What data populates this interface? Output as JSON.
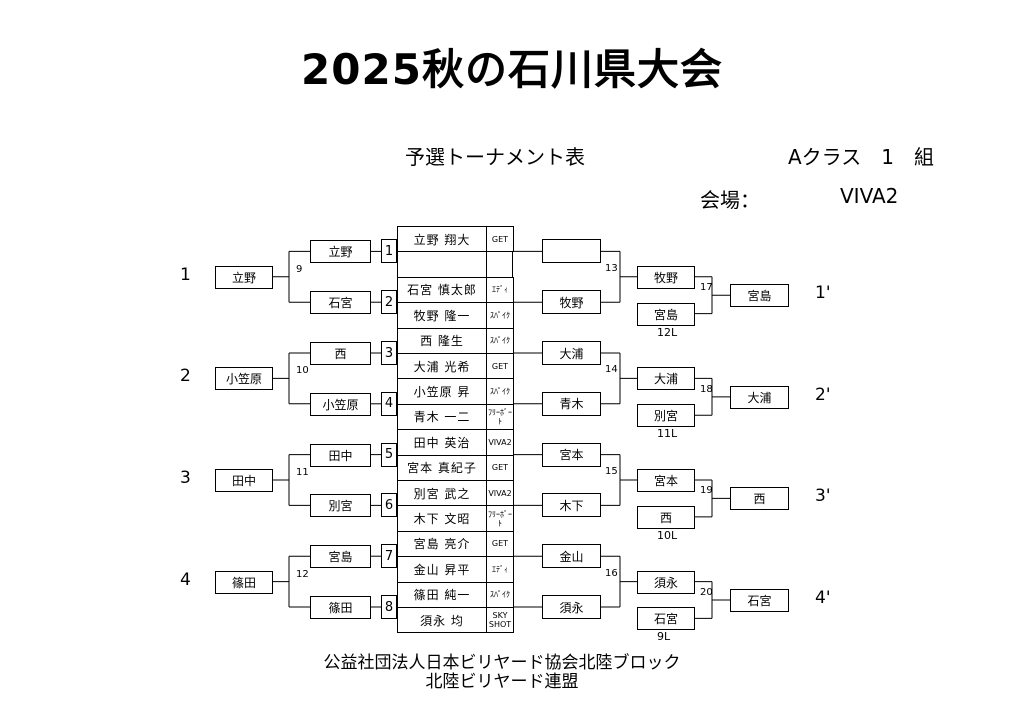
{
  "title": "2025秋の石川県大会",
  "subtitle": "予選トーナメント表",
  "class_label": "Aクラス　1　組",
  "venue_label": "会場：",
  "venue": "VIVA2",
  "footer": [
    "公益社団法人日本ビリヤード協会北陸ブロック",
    "北陸ビリヤード連盟"
  ],
  "groups": [
    {
      "label": "1",
      "left_final": "立野",
      "left_match": "9",
      "pairs": [
        {
          "match": "1",
          "winner": "立野",
          "players": [
            {
              "name": "立野 翔大",
              "club": "GET"
            },
            {
              "name": "",
              "club": "",
              "bye": true
            }
          ],
          "right": "",
          "right_bye": true
        },
        {
          "match": "2",
          "winner": "石宮",
          "players": [
            {
              "name": "石宮 慎太郎",
              "club": "ｴﾃﾞｨ"
            },
            {
              "name": "牧野 隆一",
              "club": "ｽﾊﾟｲｸ"
            }
          ],
          "right": "牧野"
        }
      ],
      "right_match": "13",
      "right_winner": "牧野",
      "right_other": "宮島",
      "final_match": "17",
      "final": "宮島",
      "loss": "12L",
      "right_label": "1'"
    },
    {
      "label": "2",
      "left_final": "小笠原",
      "left_match": "10",
      "pairs": [
        {
          "match": "3",
          "winner": "西",
          "players": [
            {
              "name": "西 隆生",
              "club": "ｽﾊﾟｲｸ"
            },
            {
              "name": "大浦 光希",
              "club": "GET"
            }
          ],
          "right": "大浦"
        },
        {
          "match": "4",
          "winner": "小笠原",
          "players": [
            {
              "name": "小笠原 昇",
              "club": "ｽﾊﾟｲｸ"
            },
            {
              "name": "青木 一二",
              "club": "ﾌﾘｰﾎﾞｰﾄ"
            }
          ],
          "right": "青木"
        }
      ],
      "right_match": "14",
      "right_winner": "大浦",
      "right_other": "別宮",
      "final_match": "18",
      "final": "大浦",
      "loss": "11L",
      "right_label": "2'"
    },
    {
      "label": "3",
      "left_final": "田中",
      "left_match": "11",
      "pairs": [
        {
          "match": "5",
          "winner": "田中",
          "players": [
            {
              "name": "田中 英治",
              "club": "VIVA2"
            },
            {
              "name": "宮本 真紀子",
              "club": "GET"
            }
          ],
          "right": "宮本"
        },
        {
          "match": "6",
          "winner": "別宮",
          "players": [
            {
              "name": "別宮 武之",
              "club": "VIVA2"
            },
            {
              "name": "木下 文昭",
              "club": "ﾌﾘｰﾎﾞｰﾄ"
            }
          ],
          "right": "木下"
        }
      ],
      "right_match": "15",
      "right_winner": "宮本",
      "right_other": "西",
      "final_match": "19",
      "final": "西",
      "loss": "10L",
      "right_label": "3'"
    },
    {
      "label": "4",
      "left_final": "篠田",
      "left_match": "12",
      "pairs": [
        {
          "match": "7",
          "winner": "宮島",
          "players": [
            {
              "name": "宮島 亮介",
              "club": "GET"
            },
            {
              "name": "金山 昇平",
              "club": "ｴﾃﾞｨ"
            }
          ],
          "right": "金山"
        },
        {
          "match": "8",
          "winner": "篠田",
          "players": [
            {
              "name": "篠田 純一",
              "club": "ｽﾊﾟｲｸ"
            },
            {
              "name": "須永 均",
              "club": "SKY SHOT"
            }
          ],
          "right": "須永"
        }
      ],
      "right_match": "16",
      "right_winner": "須永",
      "right_other": "石宮",
      "final_match": "20",
      "final": "石宮",
      "loss": "9L",
      "right_label": "4'"
    }
  ]
}
